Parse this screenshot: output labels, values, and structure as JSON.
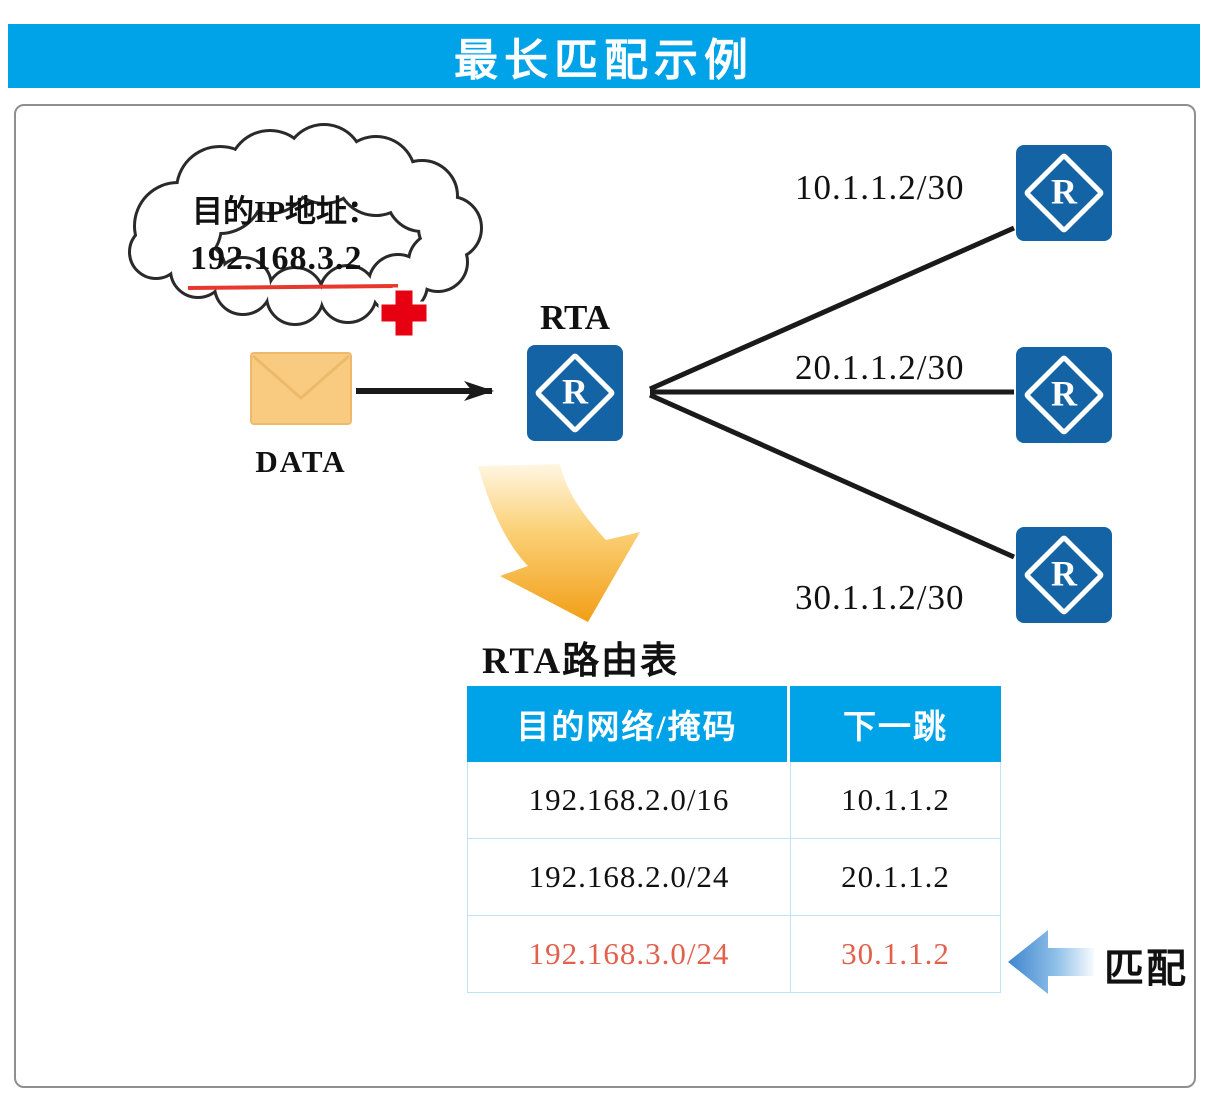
{
  "header": {
    "title": "最长匹配示例"
  },
  "cloud": {
    "line1": "目的IP地址：",
    "line2": "192.168.3.2"
  },
  "packet": {
    "label": "DATA"
  },
  "topology": {
    "rta_label": "RTA",
    "router_glyph": "R",
    "links": [
      {
        "label": "10.1.1.2/30"
      },
      {
        "label": "20.1.1.2/30"
      },
      {
        "label": "30.1.1.2/30"
      }
    ]
  },
  "routing_table": {
    "title": "RTA路由表",
    "headers": [
      "目的网络/掩码",
      "下一跳"
    ],
    "rows": [
      {
        "dest": "192.168.2.0/16",
        "next_hop": "10.1.1.2"
      },
      {
        "dest": "192.168.2.0/24",
        "next_hop": "20.1.1.2"
      },
      {
        "dest": "192.168.3.0/24",
        "next_hop": "30.1.1.2"
      }
    ]
  },
  "annotations": {
    "match_label": "匹配"
  },
  "colors": {
    "header_blue": "#00A3E8",
    "router_blue": "#1464A5",
    "table_border": "#BDE3F5",
    "highlight_red": "#E2614D",
    "envelope_orange": "#F8CB81",
    "arrow_orange": "#F19A0E",
    "match_blue": "#4E96D6"
  }
}
